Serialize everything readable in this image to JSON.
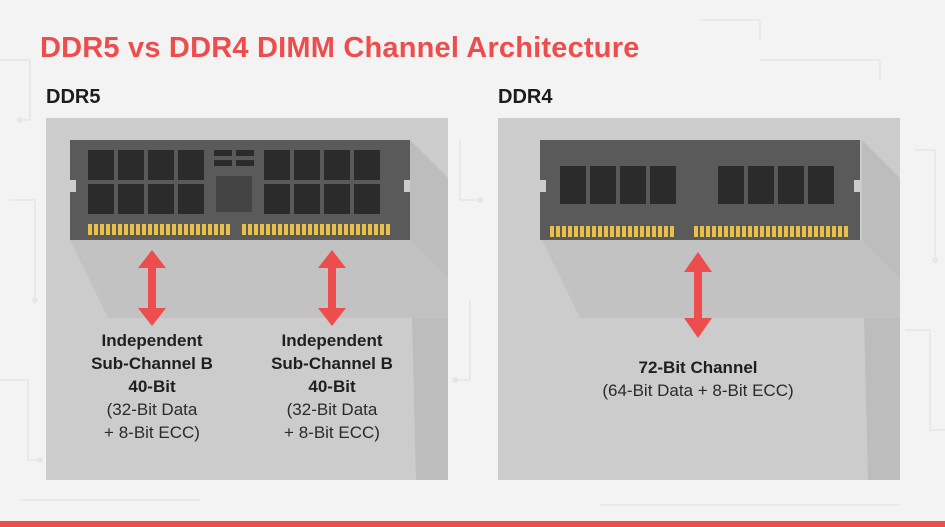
{
  "title": "DDR5 vs DDR4 DIMM Channel Architecture",
  "ddr5": {
    "label": "DDR5",
    "channels": [
      {
        "line1": "Independent",
        "line2": "Sub-Channel B",
        "line3": "40-Bit",
        "line4": "(32-Bit Data",
        "line5": "+ 8-Bit ECC)"
      },
      {
        "line1": "Independent",
        "line2": "Sub-Channel B",
        "line3": "40-Bit",
        "line4": "(32-Bit Data",
        "line5": "+ 8-Bit ECC)"
      }
    ]
  },
  "ddr4": {
    "label": "DDR4",
    "channel": {
      "line1": "72-Bit Channel",
      "line2": "(64-Bit Data + 8-Bit ECC)"
    }
  },
  "colors": {
    "accent": "#ee4d4d",
    "module": "#5a5a5a",
    "chip": "#2b2b2b",
    "pins": "#e9c14a",
    "panel": "#cccccc"
  }
}
